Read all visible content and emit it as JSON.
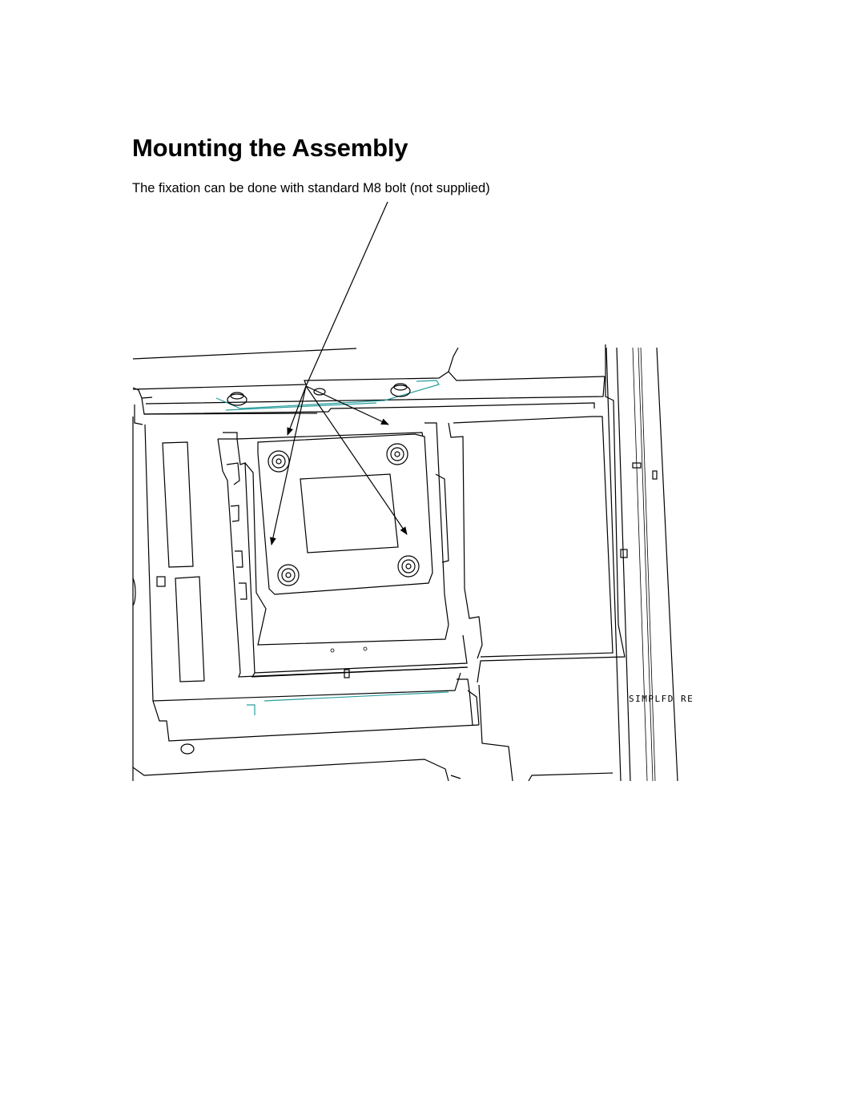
{
  "document": {
    "title": "Mounting the Assembly",
    "caption": "The fixation can be done with standard M8 bolt (not supplied)"
  },
  "figure": {
    "cad_label": "SIMPLFD RE"
  }
}
